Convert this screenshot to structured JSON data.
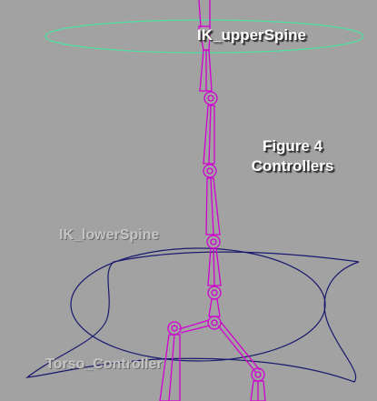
{
  "viewport": {
    "background": "#a2a2a2",
    "colors": {
      "joint": "#d000d0",
      "selected_controller": "#4ee0a0",
      "controller": "#1a1a6e"
    }
  },
  "labels": {
    "upper_spine": "IK_upperSpine",
    "lower_spine": "IK_lowerSpine",
    "torso": "Torso_Controller"
  },
  "caption": {
    "line1": "Figure 4",
    "line2": "Controllers"
  }
}
